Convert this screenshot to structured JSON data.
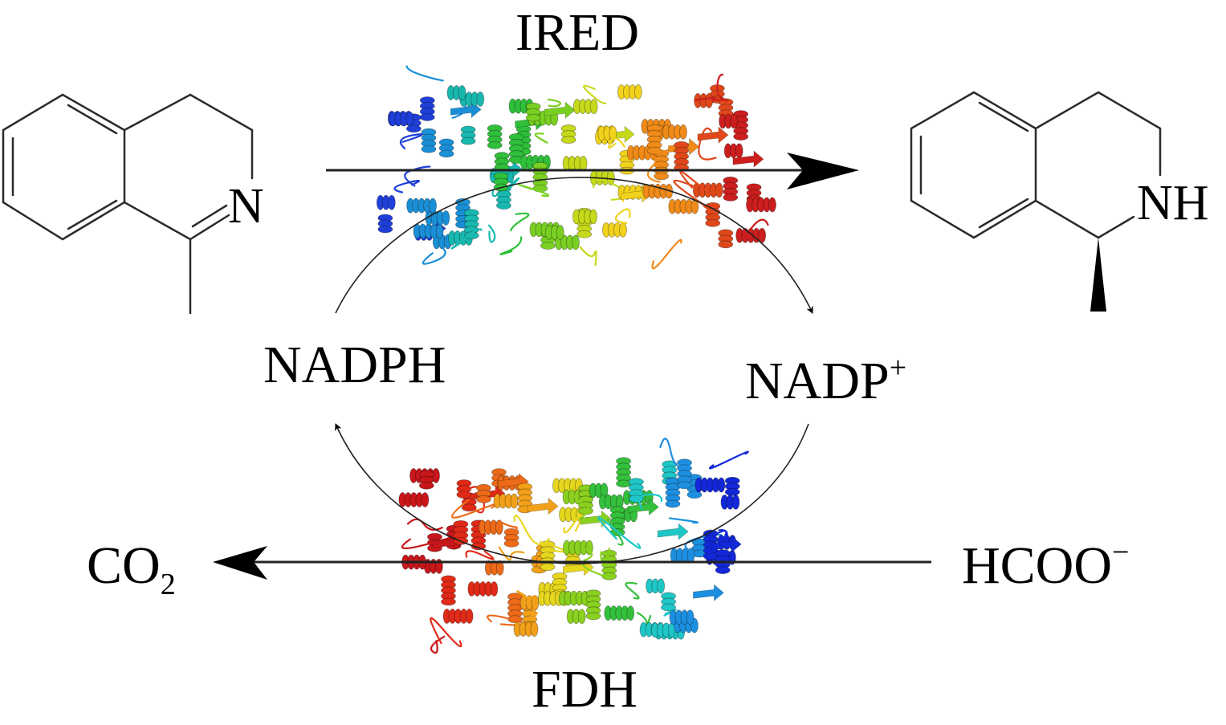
{
  "enzymes": {
    "top": {
      "name": "IRED",
      "palette": [
        "#1f3fd8",
        "#1a8fd6",
        "#18b8b0",
        "#2fbf3a",
        "#79cf22",
        "#c6d91a",
        "#f1d21c",
        "#f08a18",
        "#e0481b",
        "#cc1e1e"
      ]
    },
    "bottom": {
      "name": "FDH",
      "palette": [
        "#1228d8",
        "#1d8fe0",
        "#1fc6c6",
        "#34c03b",
        "#8ad11f",
        "#e7d61e",
        "#f2a01a",
        "#ec6a18",
        "#e02a18",
        "#c8161a"
      ]
    }
  },
  "substrate": {
    "heteroatom": "N"
  },
  "product": {
    "heteroatom": "NH"
  },
  "cofactors": {
    "reduced": "NADPH",
    "oxidized_base": "NADP",
    "oxidized_charge": "+"
  },
  "cosubstrate": {
    "formula": "HCOO",
    "charge": "−"
  },
  "coproduct": {
    "formula": "CO",
    "subscript": "2"
  },
  "colors": {
    "line": "#000000",
    "bond": "#2b2b2b",
    "arc": "#222222"
  }
}
